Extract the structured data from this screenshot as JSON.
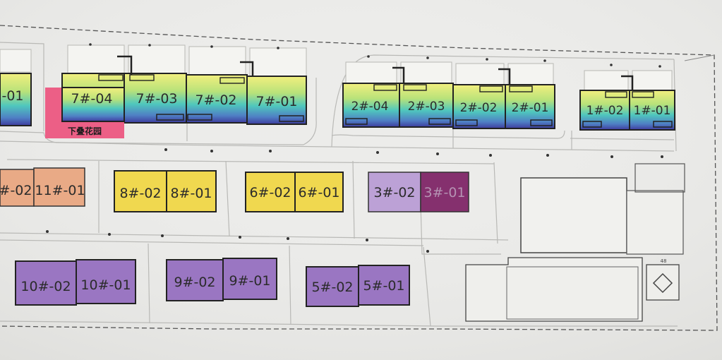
{
  "garden_label": "下叠花园",
  "amenity_label": "48",
  "colors": {
    "gradient_top": "#f2ef7e",
    "gradient_mid": "#4fc7bd",
    "gradient_bottom": "#3e3b9e",
    "gold": "#f0d84f",
    "peach": "#e9aa86",
    "light_purple": "#bca1d6",
    "purple": "#9a76c2",
    "dark_purple": "#85306e",
    "garden_pink": "#ec5f86"
  },
  "units": [
    {
      "id": "u7_04",
      "label": "7#-04",
      "style": "gradient"
    },
    {
      "id": "u7_03",
      "label": "7#-03",
      "style": "gradient"
    },
    {
      "id": "u7_02",
      "label": "7#-02",
      "style": "gradient"
    },
    {
      "id": "u7_01",
      "label": "7#-01",
      "style": "gradient"
    },
    {
      "id": "u2_04",
      "label": "2#-04",
      "style": "gradient"
    },
    {
      "id": "u2_03",
      "label": "2#-03",
      "style": "gradient"
    },
    {
      "id": "u2_02",
      "label": "2#-02",
      "style": "gradient"
    },
    {
      "id": "u2_01",
      "label": "2#-01",
      "style": "gradient"
    },
    {
      "id": "u1_02",
      "label": "1#-02",
      "style": "gradient"
    },
    {
      "id": "u1_01",
      "label": "1#-01",
      "style": "gradient"
    },
    {
      "id": "u_left",
      "label": "-01",
      "style": "gradient"
    },
    {
      "id": "u11_02",
      "label": "#-02",
      "style": "peach"
    },
    {
      "id": "u11_01",
      "label": "11#-01",
      "style": "peach"
    },
    {
      "id": "u8_02",
      "label": "8#-02",
      "style": "gold"
    },
    {
      "id": "u8_01",
      "label": "8#-01",
      "style": "gold"
    },
    {
      "id": "u6_02",
      "label": "6#-02",
      "style": "gold"
    },
    {
      "id": "u6_01",
      "label": "6#-01",
      "style": "gold"
    },
    {
      "id": "u3_02",
      "label": "3#-02",
      "style": "light_purple"
    },
    {
      "id": "u3_01",
      "label": "3#-01",
      "style": "dark_purple"
    },
    {
      "id": "u10_02",
      "label": "10#-02",
      "style": "purple"
    },
    {
      "id": "u10_01",
      "label": "10#-01",
      "style": "purple"
    },
    {
      "id": "u9_02",
      "label": "9#-02",
      "style": "purple"
    },
    {
      "id": "u9_01",
      "label": "9#-01",
      "style": "purple"
    },
    {
      "id": "u5_02",
      "label": "5#-02",
      "style": "purple"
    },
    {
      "id": "u5_01",
      "label": "5#-01",
      "style": "purple"
    }
  ]
}
